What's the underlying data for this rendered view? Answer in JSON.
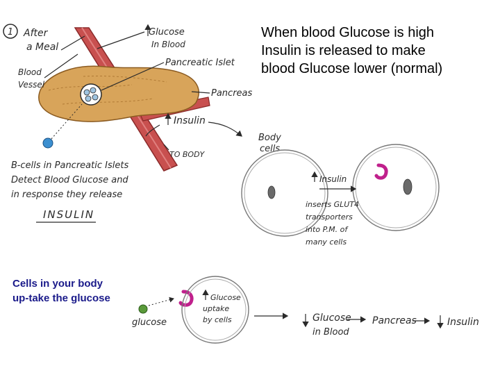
{
  "main_caption": {
    "lines": [
      "When blood Glucose is high",
      "Insulin is released to make",
      "blood Glucose lower (normal)"
    ]
  },
  "uptake_caption": {
    "lines": [
      "Cells in your body",
      "up-take the glucose"
    ]
  },
  "sketch": {
    "step_number": "1",
    "after_meal": [
      "After",
      "a Meal"
    ],
    "blood_vessel": [
      "Blood",
      "Vessel"
    ],
    "glucose_in_blood": [
      "Glucose",
      "In Blood"
    ],
    "pancreatic_islet": "Pancreatic Islet",
    "pancreas": "Pancreas",
    "insulin": "Insulin",
    "to_body": "TO BODY",
    "body_cells": [
      "Body",
      "cells"
    ],
    "beta_cells_note": [
      "B-cells in Pancreatic Islets",
      "Detect Blood Glucose and",
      "in response they release"
    ],
    "insulin_big": "INSULIN",
    "cell_insulin": "Insulin",
    "glut4_note": [
      "inserts GLUT4",
      "transporters",
      "into P.M. of",
      "many cells"
    ],
    "glucose": "glucose",
    "glucose_uptake": [
      "Glucose",
      "uptake",
      "by cells"
    ],
    "flow": [
      "Glucose",
      "in Blood",
      "Pancreas",
      "Insulin"
    ]
  },
  "colors": {
    "pancreas": "#d8a45a",
    "vessel": "#c8504f",
    "glucose_dot": "#5a9a3a",
    "beta_cell": "#3c8fd0",
    "transporter": "#c0208c",
    "caption_blue": "#1a1a8a"
  }
}
